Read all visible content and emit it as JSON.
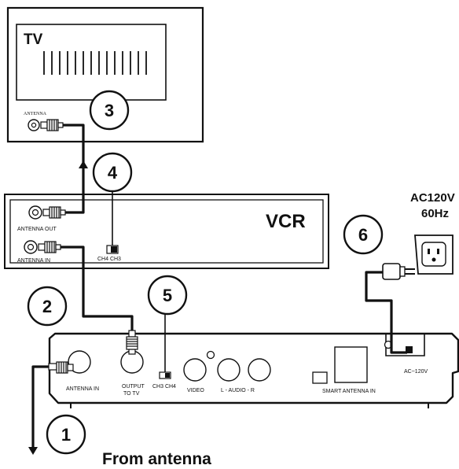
{
  "tv": {
    "title": "TV",
    "antenna_label": "ANTENNA"
  },
  "vcr": {
    "title": "VCR",
    "antenna_out_label": "ANTENNA OUT",
    "antenna_in_label": "ANTENNA IN",
    "switch_label": "CH4  CH3"
  },
  "receiver": {
    "antenna_in_label": "ANTENNA IN",
    "output_label_line1": "OUTPUT",
    "output_label_line2": "TO TV",
    "switch_label": "CH3  CH4",
    "video_label": "VIDEO",
    "audio_label": "L - AUDIO - R",
    "smart_antenna_label": "SMART ANTENNA IN",
    "power_label": "AC~120V"
  },
  "power": {
    "line1": "AC120V",
    "line2": "60Hz"
  },
  "steps": [
    "1",
    "2",
    "3",
    "4",
    "5",
    "6"
  ],
  "caption": "From antenna"
}
